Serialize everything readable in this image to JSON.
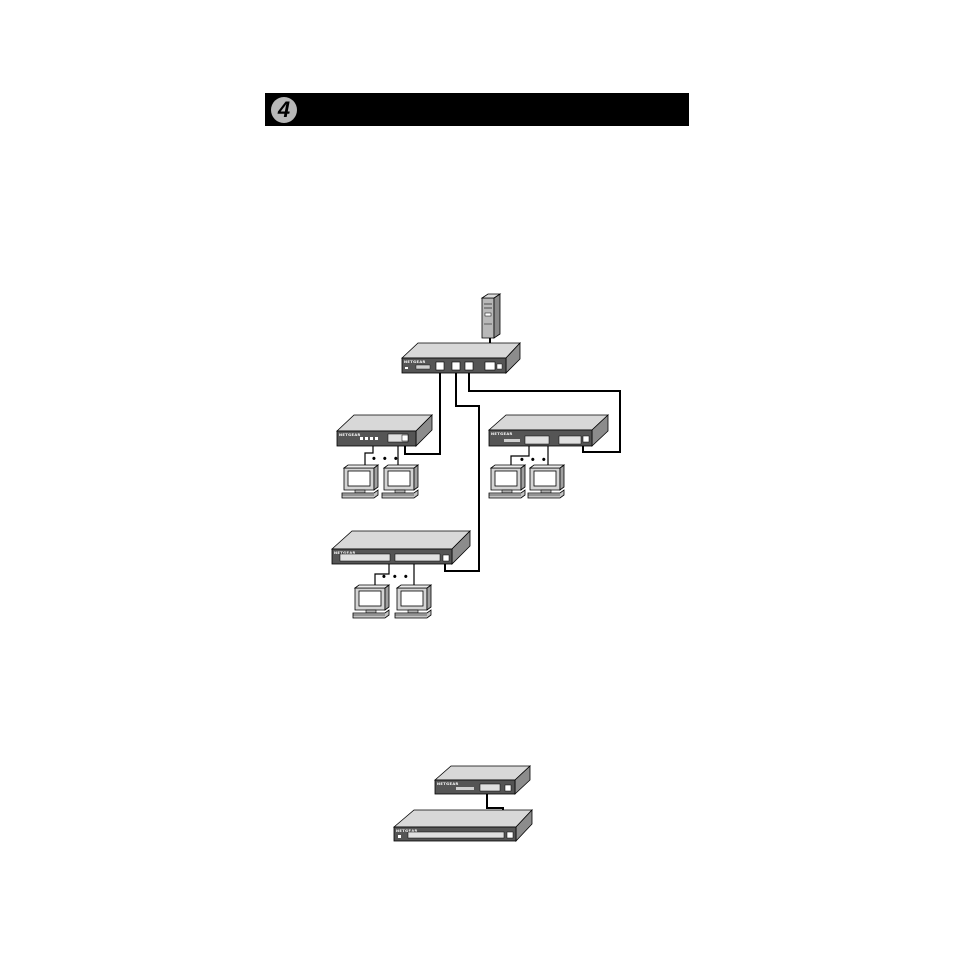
{
  "header": {
    "step_number": "4",
    "bar_color": "#000000",
    "badge_color": "#b8b8b8"
  },
  "diagram": {
    "top_switch": {
      "brand": "NETGEAR"
    },
    "left_switch": {
      "brand": "NETGEAR"
    },
    "right_switch": {
      "brand": "NETGEAR"
    },
    "bottom_switch": {
      "brand": "NETGEAR"
    },
    "small_switch": {
      "brand": "NETGEAR"
    },
    "large_switch": {
      "brand": "NETGEAR"
    },
    "left_dots": "• • •",
    "right_dots": "• • •",
    "bottom_dots": "• • •"
  }
}
